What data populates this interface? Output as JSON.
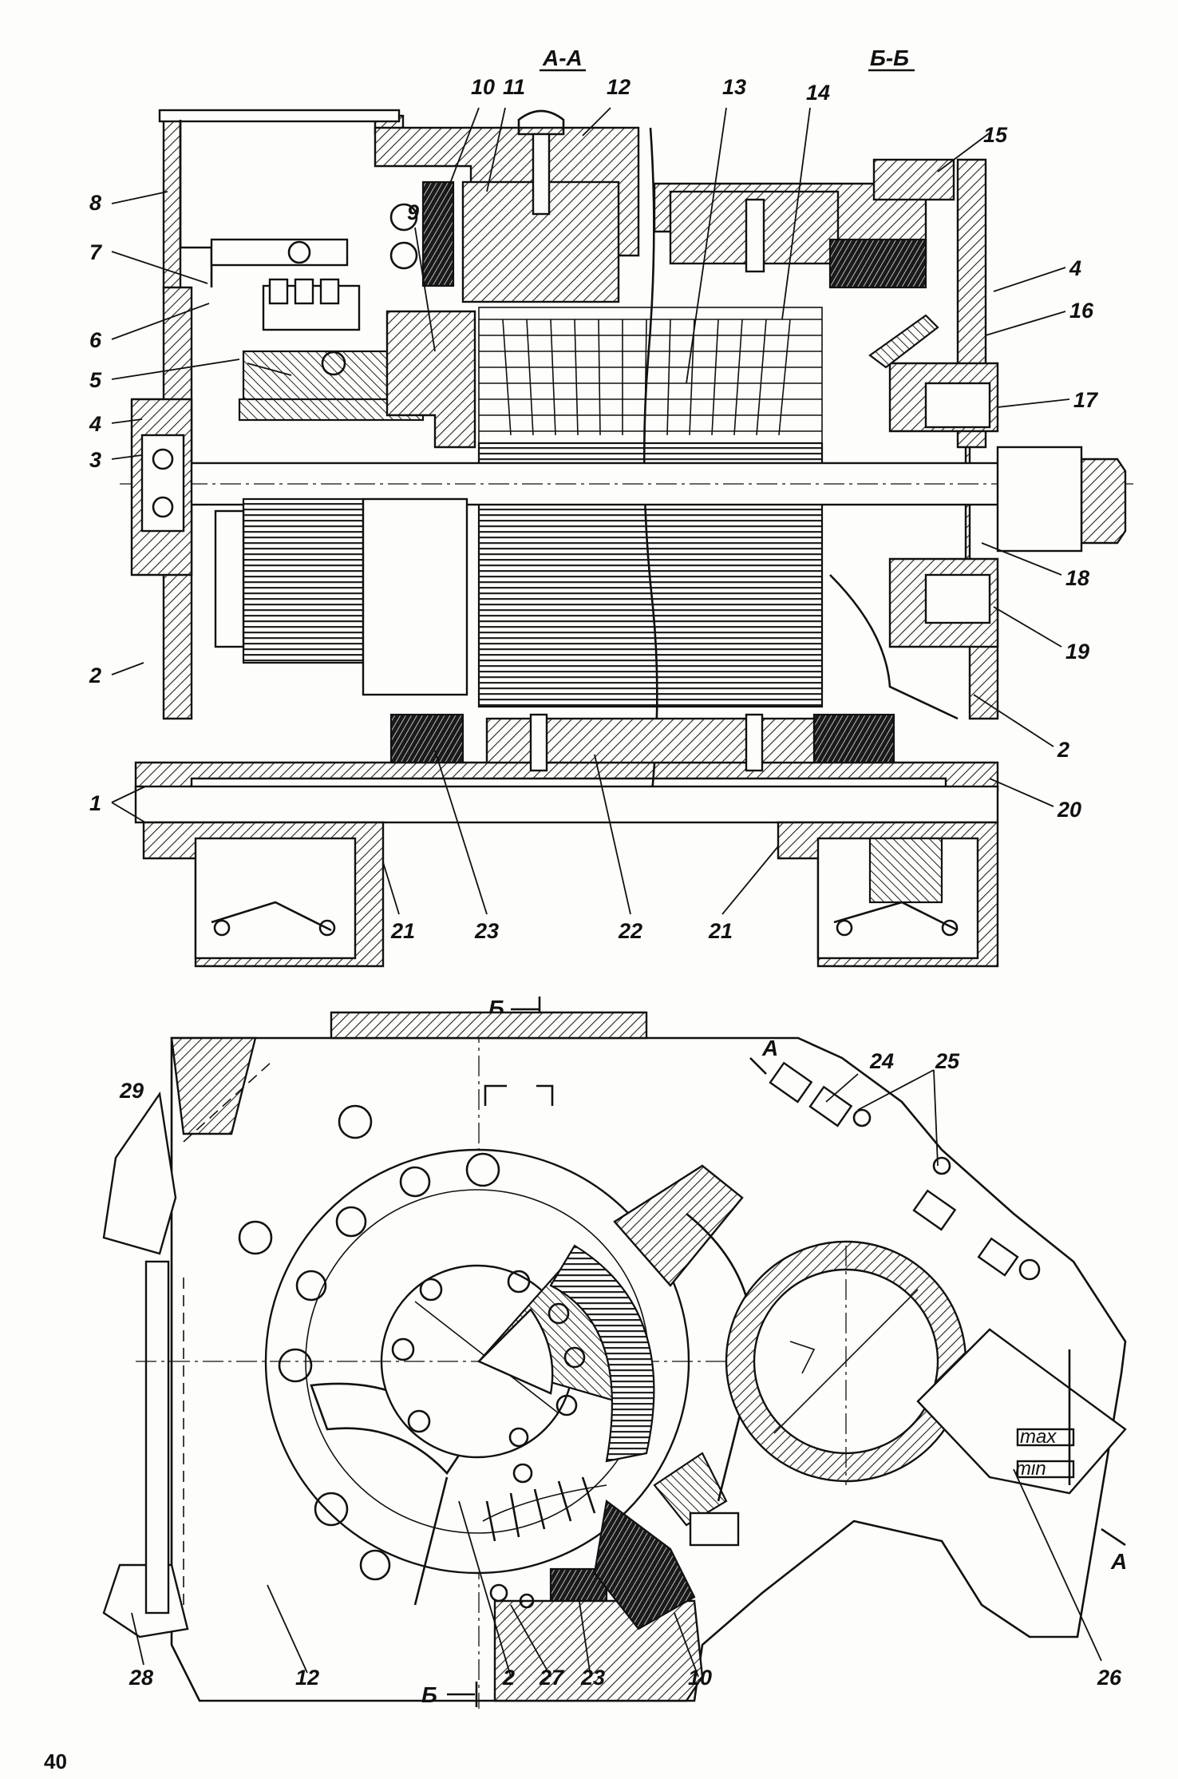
{
  "figure": {
    "section_labels": {
      "aa": "А-А",
      "bb": "Б-Б"
    },
    "cut_marks": {
      "b_top": "Б",
      "b_bottom": "Б",
      "a_top": "А",
      "a_bottom": "А"
    },
    "scale_marks": {
      "max": "max",
      "min": "min"
    },
    "page_number": "40",
    "top_view_labels": {
      "l1": "1",
      "l2a": "2",
      "l2b": "2",
      "l3": "3",
      "l4a": "4",
      "l4b": "4",
      "l5": "5",
      "l6": "6",
      "l7": "7",
      "l8": "8",
      "l9": "9",
      "l10": "10",
      "l11": "11",
      "l12": "12",
      "l13": "13",
      "l14": "14",
      "l15": "15",
      "l16": "16",
      "l17": "17",
      "l18": "18",
      "l19": "19",
      "l20": "20",
      "l21a": "21",
      "l21b": "21",
      "l22": "22",
      "l23": "23"
    },
    "bottom_view_labels": {
      "l24": "24",
      "l25": "25",
      "l26": "26",
      "l29": "29",
      "l28": "28",
      "l12": "12",
      "l2": "2",
      "l27": "27",
      "l23": "23",
      "l10": "10"
    }
  }
}
